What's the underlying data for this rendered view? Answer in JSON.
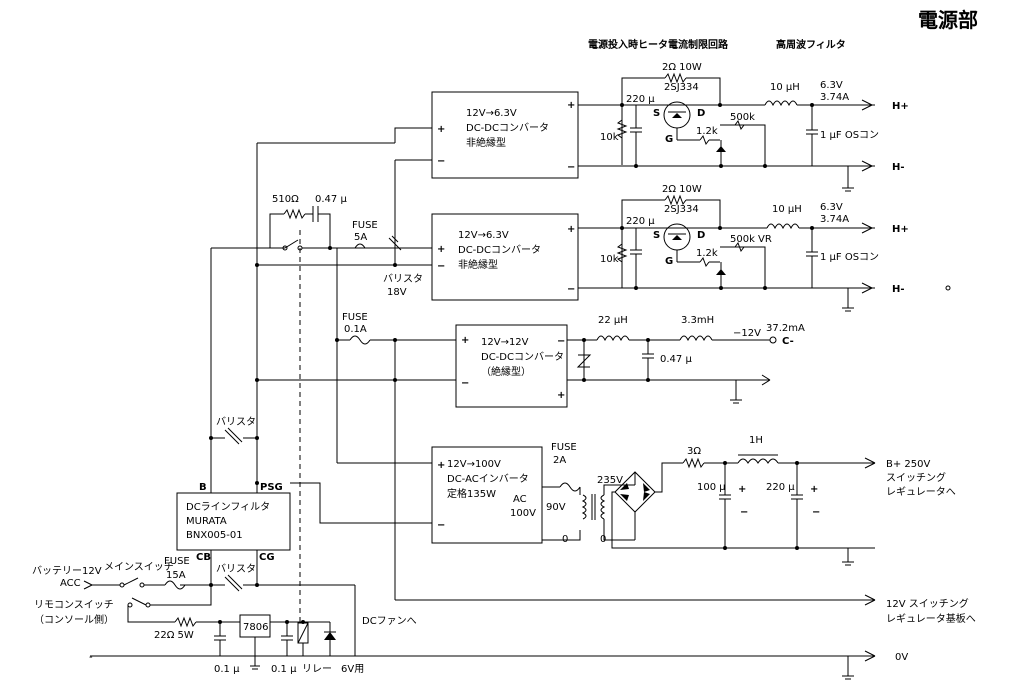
{
  "title": "電源部",
  "section_labels": {
    "inrush": "電源投入時ヒータ電流制限回路",
    "hf_filter": "高周波フィルタ"
  },
  "ch1": {
    "converter": [
      "12V→6.3V",
      "DC-DCコンバータ",
      "非絶縁型"
    ],
    "plus": "+",
    "minus": "−",
    "r_top": "2Ω 10W",
    "fet": "2SJ334",
    "cap": "220 μ",
    "s": "S",
    "d": "D",
    "g": "G",
    "r_left": "10k",
    "r_mid": "1.2k",
    "vr": "500k",
    "inductor": "10 μH",
    "out_cap": "1 μF OSコン",
    "out_v": "6.3V",
    "out_a": "3.74A",
    "term_p": "H+",
    "term_m": "H-"
  },
  "ch2": {
    "converter": [
      "12V→6.3V",
      "DC-DCコンバータ",
      "非絶縁型"
    ],
    "plus": "+",
    "minus": "−",
    "r_top": "2Ω 10W",
    "fet": "2SJ334",
    "cap": "220 μ",
    "s": "S",
    "d": "D",
    "g": "G",
    "r_left": "10k",
    "r_mid": "1.2k",
    "vr": "500k VR",
    "inductor": "10 μH",
    "out_cap": "1 μF OSコン",
    "out_v": "6.3V",
    "out_a": "3.74A",
    "term_p": "H+",
    "term_m": "H-"
  },
  "input_network": {
    "r510": "510Ω",
    "c047": "0.47 μ",
    "fuse": "FUSE",
    "fuse_val": "5A",
    "varistor": "バリスタ",
    "varistor_val": "18V"
  },
  "ch3": {
    "fuse": "FUSE",
    "fuse_val": "0.1A",
    "converter": [
      "12V→12V",
      "DC-DCコンバータ",
      "（絶縁型）"
    ],
    "plus": "+",
    "minus": "−",
    "l1": "22 μH",
    "l2": "3.3mH",
    "cap": "0.47 μ",
    "out_v": "−12V",
    "out_a": "37.2mA",
    "term": "C-"
  },
  "ch4": {
    "inverter": [
      "12V→100V",
      "DC-ACインバータ",
      "定格135W"
    ],
    "ac_label": [
      "AC",
      "100V"
    ],
    "plus": "+",
    "minus": "−",
    "fuse": "FUSE",
    "fuse_val": "2A",
    "tap90": "90V",
    "tap235": "235V",
    "zero1": "0",
    "zero2": "0",
    "r3": "3Ω",
    "l1": "1H",
    "c1": "100 μ",
    "c2": "220 μ",
    "out": "B+ 250V",
    "out_desc": [
      "スイッチング",
      "レギュレータへ"
    ]
  },
  "line_filter": {
    "lines": [
      "DCラインフィルタ",
      "MURATA",
      "BNX005-01"
    ],
    "b": "B",
    "psg": "PSG",
    "cb": "CB",
    "cg": "CG",
    "varistor_top": "バリスタ",
    "varistor_bot": "バリスタ"
  },
  "input": {
    "battery": [
      "バッテリー12V",
      "ACC"
    ],
    "main_sw": "メインスイッチ",
    "fuse": "FUSE",
    "fuse_val": "15A",
    "remote_sw": [
      "リモコンスイッチ",
      "（コンソール側）"
    ],
    "r22": "22Ω 5W",
    "reg": "7806",
    "c01a": "0.1 μ",
    "c01b": "0.1 μ",
    "relay": "リレー",
    "v6": "6V用",
    "fan": "DCファンへ"
  },
  "outputs": {
    "sw12": [
      "12V スイッチング",
      "レギュレータ基板へ"
    ],
    "zero_v": "0V"
  }
}
